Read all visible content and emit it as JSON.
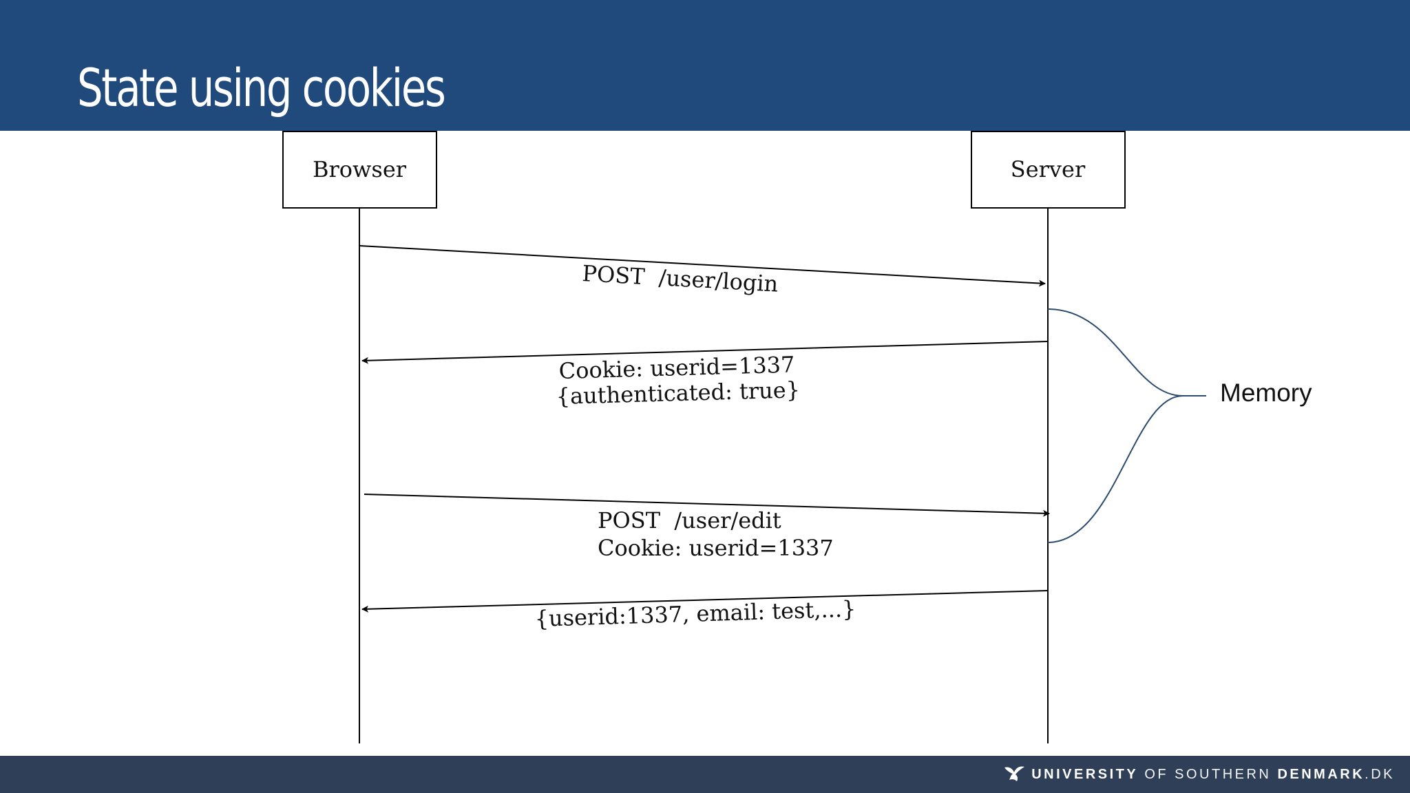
{
  "slide": {
    "title": "State using cookies"
  },
  "colors": {
    "header": "#214a7c",
    "footer": "#2e3f57",
    "memory_brace": "#2b4a6e"
  },
  "diagram": {
    "participants": {
      "browser": "Browser",
      "server": "Server"
    },
    "messages": {
      "login_request": "POST  /user/login",
      "login_response_line1": "Cookie: userid=1337",
      "login_response_line2": "{authenticated: true}",
      "edit_request_line1": "POST  /user/edit",
      "edit_request_line2": "Cookie: userid=1337",
      "edit_response": "{userid:1337, email: test,...}"
    },
    "memory_label": "Memory"
  },
  "footer": {
    "logo": {
      "word1": "UNIVERSITY",
      "word2": "OF SOUTHERN",
      "word3": "DENMARK",
      "suffix": ".DK"
    }
  }
}
